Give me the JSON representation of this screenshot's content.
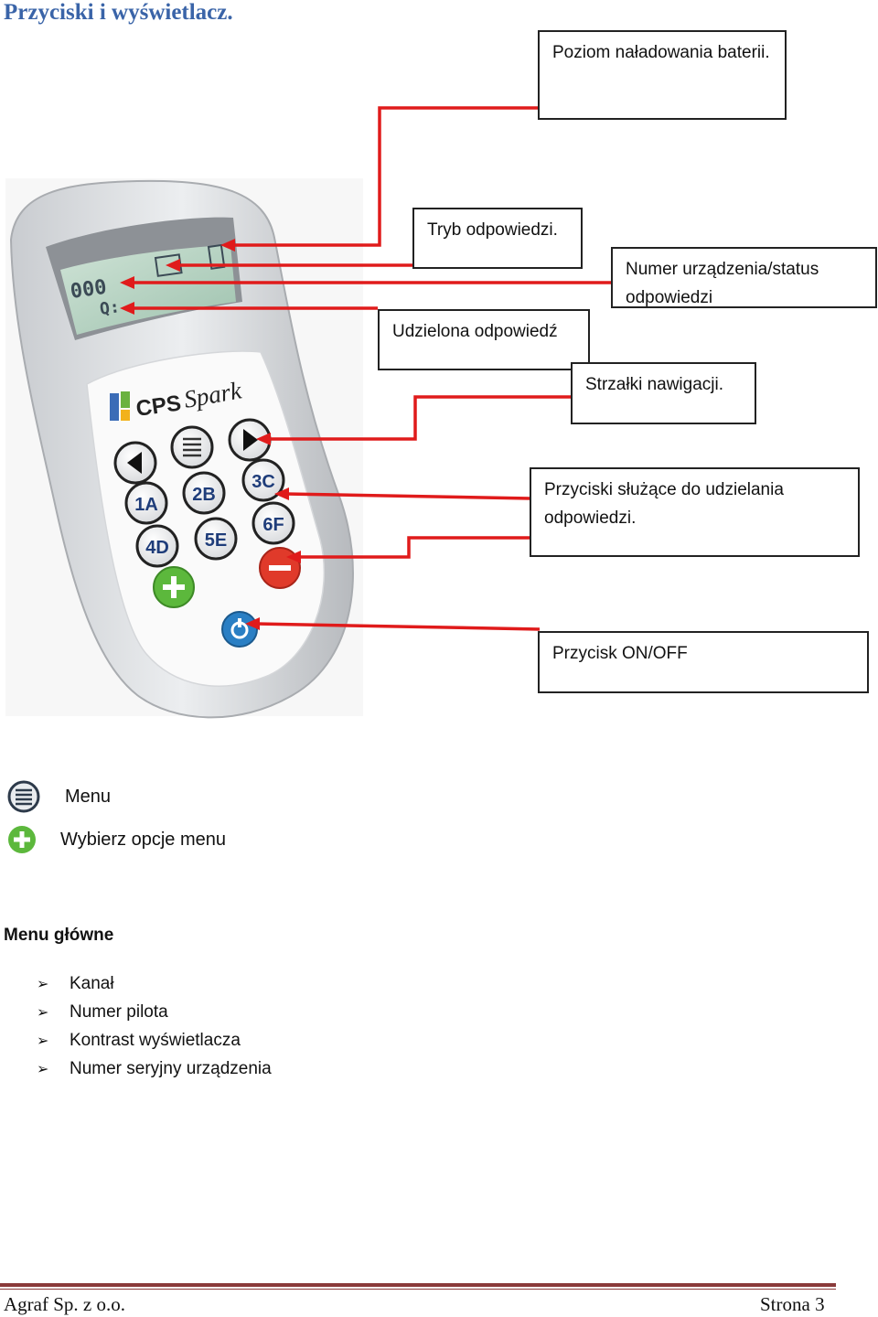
{
  "page_title": "Przyciski i wyświetlacz.",
  "device": {
    "brand_text": "CPS",
    "model_text": "Spark",
    "screen_digits": "000",
    "screen_q": "Q:",
    "keys": [
      "1A",
      "2B",
      "3C",
      "4D",
      "5E",
      "6F"
    ]
  },
  "callouts": {
    "battery": "Poziom naładowania baterii.",
    "mode": "Tryb odpowiedzi.",
    "device_number": "Numer urządzenia/status odpowiedzi",
    "given_answer": "Udzielona odpowiedź",
    "arrows": "Strzałki nawigacji.",
    "answer_buttons": "Przyciski służące do udzielania odpowiedzi.",
    "power": "Przycisk ON/OFF"
  },
  "legend": {
    "menu_label": "Menu",
    "select_label": "Wybierz opcje menu"
  },
  "main_menu": {
    "title": "Menu główne",
    "items": [
      "Kanał",
      "Numer pilota",
      "Kontrast wyświetlacza",
      "Numer seryjny urządzenia"
    ]
  },
  "footer": {
    "company": "Agraf Sp. z o.o.",
    "page": "Strona 3"
  },
  "colors": {
    "title": "#3a64a8",
    "leader_lines": "#e01b1b",
    "plus_button": "#5cb83c",
    "minus_button": "#e03a2a",
    "power_button": "#2a7fc4",
    "footer_rule": "#8a3a3a"
  }
}
